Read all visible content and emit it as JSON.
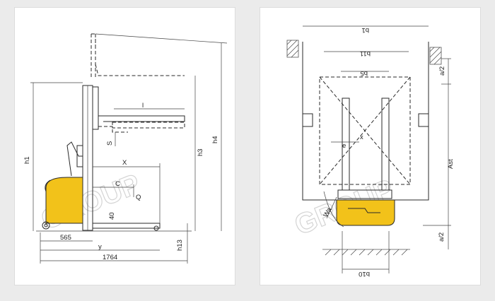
{
  "watermark": {
    "text": "GROUP"
  },
  "colors": {
    "body": "#f2c21a",
    "line": "#2a2a2a",
    "background": "#ebebeb",
    "panel": "#ffffff"
  },
  "side_view": {
    "labels": {
      "h1": "h1",
      "h3": "h3",
      "h4": "h4",
      "h13": "h13",
      "s": "S",
      "l": "l",
      "x": "X",
      "c": "C",
      "q": "Q",
      "dim40": "40",
      "y": "y",
      "dim565": "565",
      "dim1764": "1764"
    }
  },
  "top_view": {
    "labels": {
      "b1": "b1",
      "b11": "b11",
      "b5": "b5",
      "a2_top": "a/2",
      "a2_bottom": "a/2",
      "ast": "Ast",
      "x": "x",
      "e": "e",
      "wa": "Wa",
      "b10": "b10"
    }
  }
}
